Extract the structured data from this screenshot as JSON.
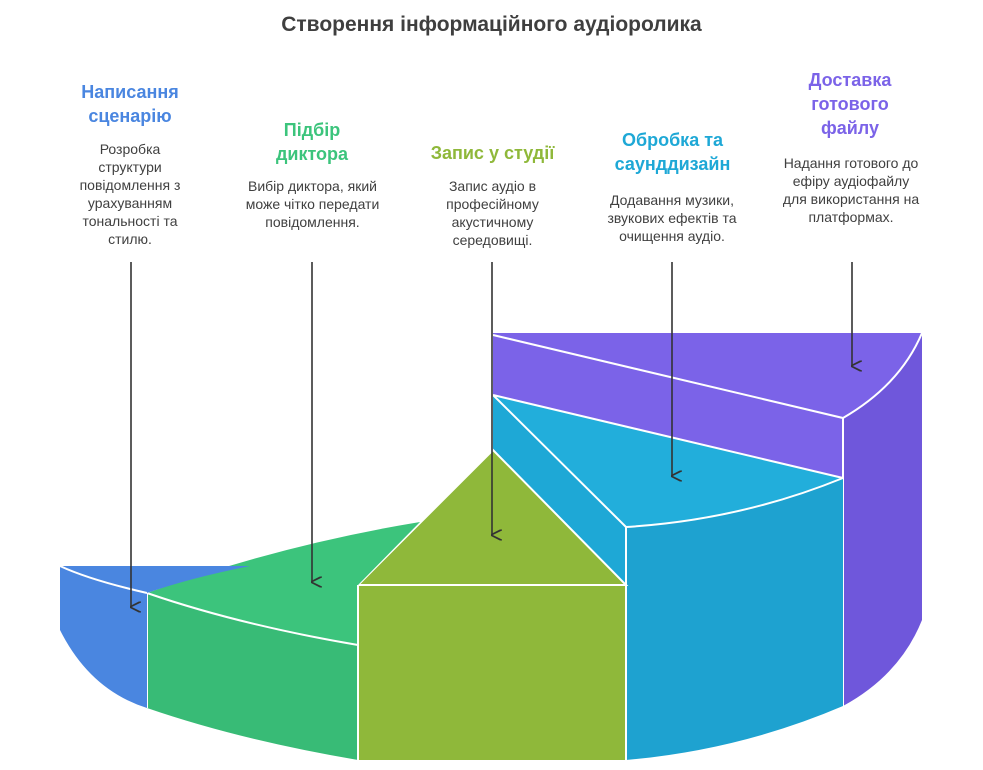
{
  "title": "Створення інформаційного аудіоролика",
  "steps": [
    {
      "title": "Написання сценарію",
      "description": "Розробка структури повідомлення з урахуванням тональності та стилю.",
      "color": "#4a86e0"
    },
    {
      "title": "Підбір диктора",
      "description": "Вибір диктора, який може чітко передати повідомлення.",
      "color": "#3cc47c"
    },
    {
      "title": "Запис у студії",
      "description": "Запис аудіо в професійному акустичному середовищі.",
      "color": "#8fb83a"
    },
    {
      "title": "Обробка та саунддизайн",
      "description": "Додавання музики, звукових ефектів та очищення аудіо.",
      "color": "#1ea8d6"
    },
    {
      "title": "Доставка готового файлу",
      "description": "Надання готового до ефіру аудіофайлу для використання на платформах.",
      "color": "#7b63e8"
    }
  ]
}
